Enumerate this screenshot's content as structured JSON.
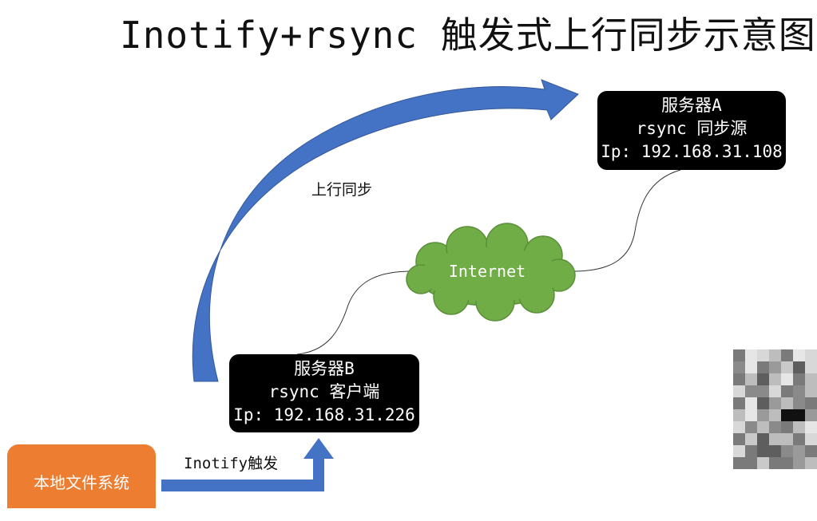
{
  "title": "Inotify+rsync 触发式上行同步示意图",
  "server_a": {
    "name": "服务器A",
    "role": "rsync 同步源",
    "ip": "Ip: 192.168.31.108"
  },
  "server_b": {
    "name": "服务器B",
    "role": "rsync 客户端",
    "ip": "Ip: 192.168.31.226"
  },
  "cloud": {
    "label": "Internet"
  },
  "arrows": {
    "upload_label": "上行同步",
    "trigger_label": "Inotify触发"
  },
  "local": {
    "label": "本地文件系统"
  },
  "colors": {
    "arrow_blue": "#4472c4",
    "cloud_green": "#70ad47",
    "local_orange": "#ed7d31",
    "server_black": "#000000"
  }
}
